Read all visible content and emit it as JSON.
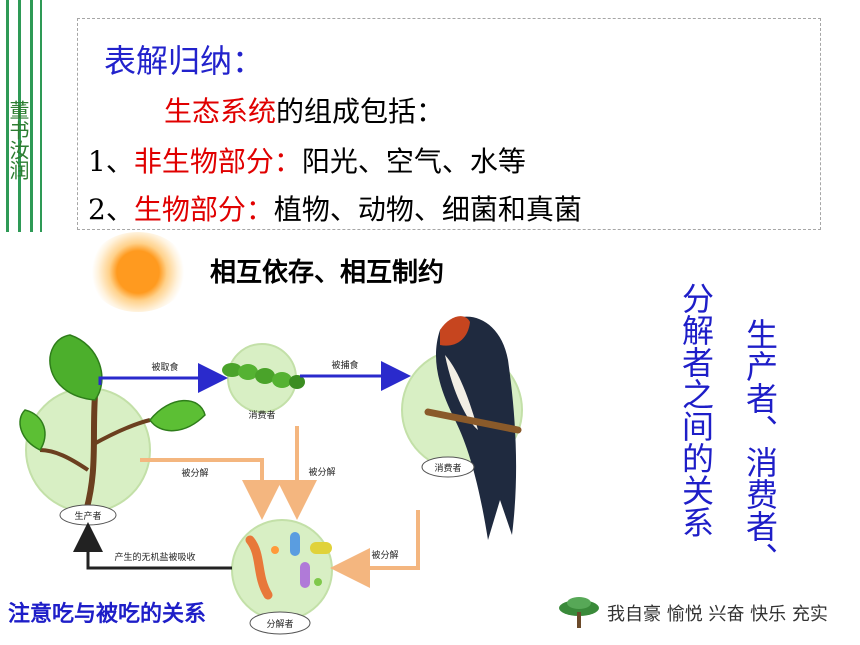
{
  "header": {
    "side_slogan": "董书汝润"
  },
  "summary": {
    "title": "表解归纳：",
    "line1": {
      "highlight": "生态系统",
      "rest": "的组成包括："
    },
    "line2": {
      "prefix": "1、",
      "highlight": "非生物部分：",
      "rest": "阳光、空气、水等"
    },
    "line3": {
      "prefix": "2、",
      "highlight": "生物部分：",
      "rest": "植物、动物、细菌和真菌"
    }
  },
  "diagram": {
    "headline": "相互依存、相互制约",
    "labels": {
      "eaten": "被取食",
      "captured": "被捕食",
      "consumer1": "消费者",
      "consumer2": "消费者",
      "producer": "生产者",
      "decomposer": "分解者",
      "decomposed1": "被分解",
      "decomposed2": "被分解",
      "decomposed3": "被分解",
      "absorbed": "产生的无机盐被吸收"
    }
  },
  "side_text": {
    "col1": "生产者、消费者、",
    "col2": "分解者之间的关系"
  },
  "footer": {
    "caption": "注意吃与被吃的关系",
    "motto": "我自豪 愉悦 兴奋 快乐 充实"
  },
  "colors": {
    "title_blue": "#2222cc",
    "highlight_red": "#e00000",
    "side_blue": "#1e1ec8",
    "arrow_blue": "#2a2acc",
    "arrow_peach": "#f4b67f"
  }
}
